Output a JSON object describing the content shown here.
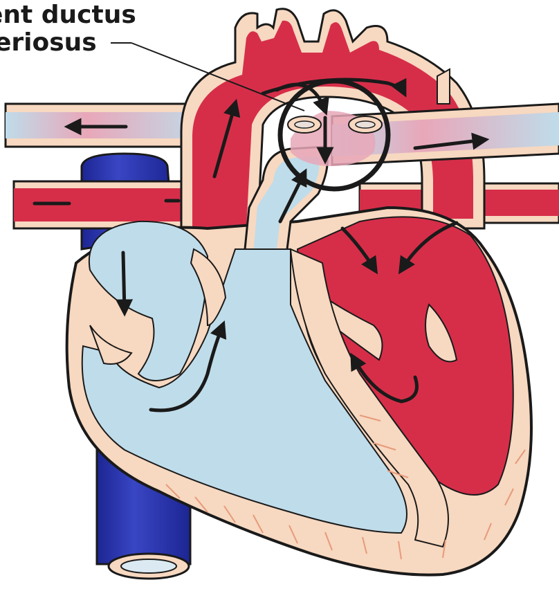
{
  "label": {
    "line1": "ent ductus",
    "line2": "eriosus"
  },
  "colors": {
    "oxygenated": "#d62e49",
    "deoxygenated": "#bfdcea",
    "vena_cava": "#2833a8",
    "wall": "#f7d8c0",
    "outline": "#1a1a1a",
    "mixed": "#e8a7b9"
  },
  "icons": {
    "arrows": "flow-arrow-icon",
    "ring": "highlight-ring"
  }
}
